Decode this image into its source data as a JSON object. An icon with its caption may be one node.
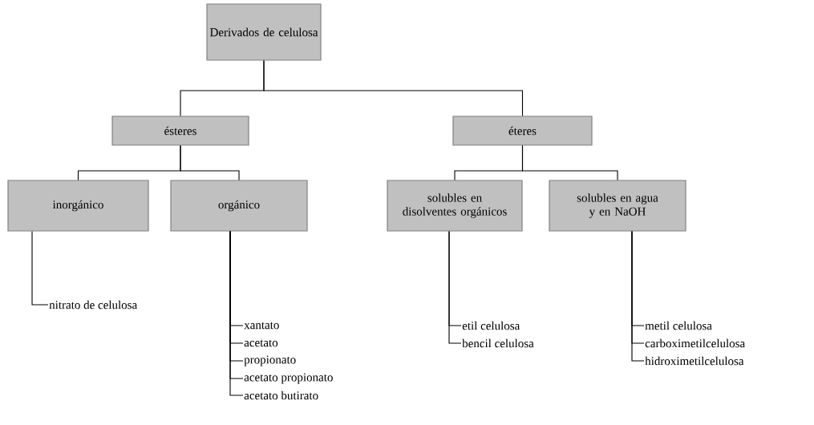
{
  "diagram": {
    "nodes": [
      {
        "text": [
          "Derivados de celulosa"
        ]
      },
      {
        "text": [
          "ésteres"
        ]
      },
      {
        "text": [
          "éteres"
        ]
      },
      {
        "text": [
          "inorgánico"
        ]
      },
      {
        "text": [
          "orgánico"
        ]
      },
      {
        "text": [
          "solubles en disolventes orgánicos"
        ]
      },
      {
        "text": [
          "solubles en agua y en NaOH"
        ]
      },
      {
        "text": [
          "nitrato de celulosa"
        ]
      },
      {
        "text": [
          "xantato"
        ]
      },
      {
        "text": [
          "acetato"
        ]
      },
      {
        "text": [
          "propionato"
        ]
      },
      {
        "text": [
          "acetato propionato"
        ]
      },
      {
        "text": [
          "acetato butirato"
        ]
      },
      {
        "text": [
          "etil celulosa"
        ]
      },
      {
        "text": [
          "bencil celulosa"
        ]
      },
      {
        "text": [
          "metil celulosa"
        ]
      },
      {
        "text": [
          "carboximetilcelulosa"
        ]
      },
      {
        "text": [
          "hidroximetilcelulosa"
        ]
      }
    ],
    "edges": [
      {
        "from": 0,
        "to": 1,
        "arrow": "none"
      },
      {
        "from": 0,
        "to": 2,
        "arrow": "none"
      },
      {
        "from": 1,
        "to": 3,
        "arrow": "none"
      },
      {
        "from": 1,
        "to": 4,
        "arrow": "none"
      },
      {
        "from": 2,
        "to": 5,
        "arrow": "none"
      },
      {
        "from": 2,
        "to": 6,
        "arrow": "none"
      },
      {
        "from": 3,
        "to": 7,
        "arrow": "none"
      },
      {
        "from": 4,
        "to": 8,
        "arrow": "none"
      },
      {
        "from": 4,
        "to": 9,
        "arrow": "none"
      },
      {
        "from": 4,
        "to": 10,
        "arrow": "none"
      },
      {
        "from": 4,
        "to": 11,
        "arrow": "none"
      },
      {
        "from": 4,
        "to": 12,
        "arrow": "none"
      },
      {
        "from": 5,
        "to": 13,
        "arrow": "none"
      },
      {
        "from": 5,
        "to": 14,
        "arrow": "none"
      },
      {
        "from": 6,
        "to": 15,
        "arrow": "none"
      },
      {
        "from": 6,
        "to": 16,
        "arrow": "none"
      },
      {
        "from": 6,
        "to": 17,
        "arrow": "none"
      }
    ]
  }
}
